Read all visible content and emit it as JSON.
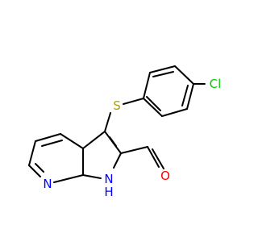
{
  "molecule": {
    "colors": {
      "carbon_bond": "#000000",
      "S": "#b2a000",
      "Cl": "#00cc00",
      "N": "#0000ff",
      "O": "#ff0000"
    },
    "atoms": {
      "sulfur": "S",
      "chlorine": "Cl",
      "pyridine_n": "N",
      "pyrrole_n": "N",
      "pyrrole_h": "H",
      "aldehyde_o": "O"
    }
  }
}
